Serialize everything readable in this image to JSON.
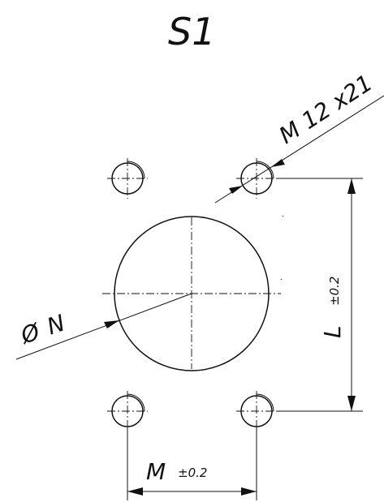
{
  "title": "S1",
  "thread_callout": "M 12 x21",
  "diameter": {
    "symbol": "Ø",
    "label": "N"
  },
  "vertical_dim": {
    "label": "L",
    "tolerance": "±0.2"
  },
  "horizontal_dim": {
    "label": "M",
    "tolerance": "±0.2"
  },
  "colors": {
    "ink": "#111111",
    "background": "#ffffff"
  }
}
